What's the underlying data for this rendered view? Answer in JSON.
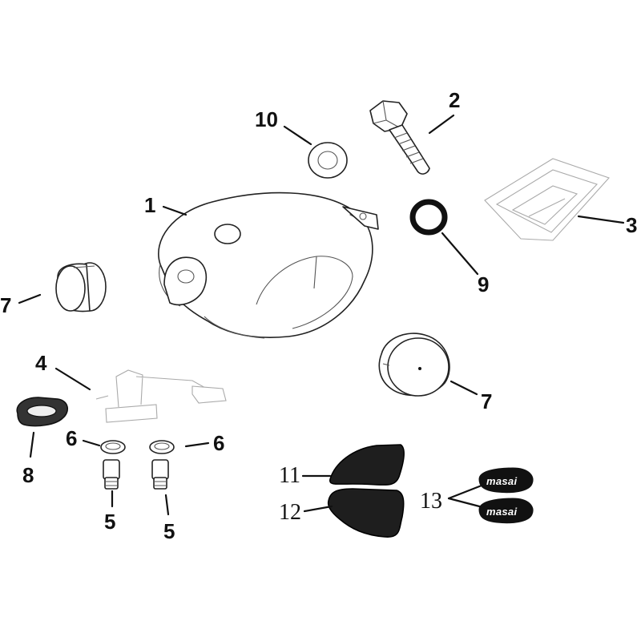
{
  "callouts": {
    "c1": "1",
    "c2": "2",
    "c3": "3",
    "c4": "4",
    "c5a": "5",
    "c5b": "5",
    "c6a": "6",
    "c6b": "6",
    "c7a": "7",
    "c7b": "7",
    "c8": "8",
    "c9": "9",
    "c10": "10",
    "c11": "11",
    "c12": "12",
    "c13": "13"
  },
  "decal": {
    "brand_top": "masai",
    "brand_bottom": "masai"
  },
  "colors": {
    "line": "#222222",
    "panel": "#1e1e1e",
    "faint": "#aaaaaa"
  }
}
